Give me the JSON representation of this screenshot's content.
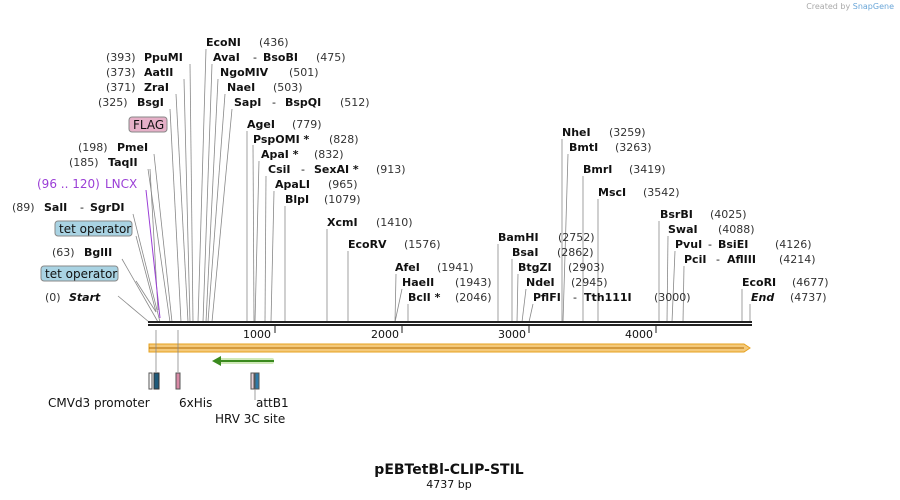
{
  "credit": {
    "prefix": "Created by",
    "brand": "SnapGene"
  },
  "map": {
    "name": "pEBTetBl-CLIP-STIL",
    "length_label": "4737 bp",
    "ticks": [
      "1000",
      "2000",
      "3000",
      "4000"
    ],
    "sites": [
      {
        "name": "EcoNI",
        "pos": "(436)"
      },
      {
        "name": "AvaI",
        "pos": "(475)",
        "alt": "BsoBI"
      },
      {
        "name": "NgoMIV",
        "pos": "(501)"
      },
      {
        "name": "NaeI",
        "pos": "(503)"
      },
      {
        "name": "SapI",
        "pos": "(512)",
        "alt": "BspQI"
      },
      {
        "name": "PpuMI",
        "pos": "(393)"
      },
      {
        "name": "AatII",
        "pos": "(373)"
      },
      {
        "name": "ZraI",
        "pos": "(371)"
      },
      {
        "name": "BsgI",
        "pos": "(325)"
      },
      {
        "name": "PmeI",
        "pos": "(198)"
      },
      {
        "name": "TaqII",
        "pos": "(185)"
      },
      {
        "name": "SalI",
        "pos": "(89)",
        "alt": "SgrDI"
      },
      {
        "name": "BglII",
        "pos": "(63)"
      },
      {
        "name": "Start",
        "pos": "(0)"
      },
      {
        "name": "AgeI",
        "pos": "(779)"
      },
      {
        "name": "PspOMI *",
        "pos": "(828)"
      },
      {
        "name": "ApaI *",
        "pos": "(832)"
      },
      {
        "name": "CsiI",
        "pos": "(913)",
        "alt": "SexAI *"
      },
      {
        "name": "ApaLI",
        "pos": "(965)"
      },
      {
        "name": "BlpI",
        "pos": "(1079)"
      },
      {
        "name": "XcmI",
        "pos": "(1410)"
      },
      {
        "name": "EcoRV",
        "pos": "(1576)"
      },
      {
        "name": "AfeI",
        "pos": "(1941)"
      },
      {
        "name": "HaeII",
        "pos": "(1943)"
      },
      {
        "name": "BclI *",
        "pos": "(2046)"
      },
      {
        "name": "BamHI",
        "pos": "(2752)"
      },
      {
        "name": "BsaI",
        "pos": "(2862)"
      },
      {
        "name": "BtgZI",
        "pos": "(2903)"
      },
      {
        "name": "NdeI",
        "pos": "(2945)"
      },
      {
        "name": "PflFI",
        "pos": "(3000)",
        "alt": "Tth111I"
      },
      {
        "name": "NheI",
        "pos": "(3259)"
      },
      {
        "name": "BmtI",
        "pos": "(3263)"
      },
      {
        "name": "BmrI",
        "pos": "(3419)"
      },
      {
        "name": "MscI",
        "pos": "(3542)"
      },
      {
        "name": "BsrBI",
        "pos": "(4025)"
      },
      {
        "name": "SwaI",
        "pos": "(4088)"
      },
      {
        "name": "PvuI",
        "pos": "(4126)",
        "alt": "BsiEI"
      },
      {
        "name": "PciI",
        "pos": "(4214)",
        "alt": "AflIII"
      },
      {
        "name": "EcoRI",
        "pos": "(4677)"
      },
      {
        "name": "End",
        "pos": "(4737)"
      }
    ],
    "features": {
      "flag": "FLAG",
      "lncx": {
        "name": "LNCX",
        "range": "(96 .. 120)"
      },
      "tet_operator_1": "tet operator",
      "tet_operator_2": "tet operator",
      "cmv": "CMVd3 promoter",
      "his": "6xHis",
      "attb1": "attB1",
      "hrv": "HRV 3C site"
    },
    "colors": {
      "backbone": "#222222",
      "orf_fill": "#f4c97a",
      "orf_stroke": "#e6a11f",
      "arrow": "#3a8a1e",
      "tet_box": "#a9d3e3",
      "flag_box": "#e6b0c8",
      "lncx": "#9b3fd6"
    }
  }
}
